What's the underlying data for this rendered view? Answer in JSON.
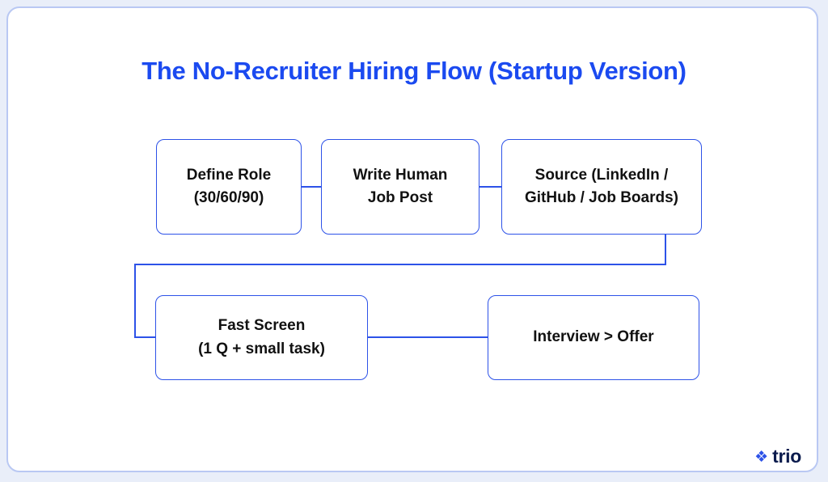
{
  "page": {
    "title": "The No-Recruiter Hiring Flow (Startup Version)"
  },
  "colors": {
    "accent_blue": "#1b4af0",
    "node_border_blue": "#2d52e8",
    "node_text": "#111111",
    "card_border": "#b9c8f3",
    "page_background": "#e9eef9",
    "logo_navy": "#0b1b4d"
  },
  "nodes": [
    {
      "id": "define-role",
      "label": "Define Role\n(30/60/90)"
    },
    {
      "id": "write-job-post",
      "label": "Write Human\nJob Post"
    },
    {
      "id": "source",
      "label": "Source (LinkedIn /\nGitHub / Job Boards)"
    },
    {
      "id": "fast-screen",
      "label": "Fast Screen\n(1 Q + small task)"
    },
    {
      "id": "interview-offer",
      "label": "Interview > Offer"
    }
  ],
  "edges": [
    {
      "from": "define-role",
      "to": "write-job-post"
    },
    {
      "from": "write-job-post",
      "to": "source"
    },
    {
      "from": "source",
      "to": "fast-screen"
    },
    {
      "from": "fast-screen",
      "to": "interview-offer"
    }
  ],
  "logo": {
    "icon": "diamond-cluster-icon",
    "text": "trio"
  }
}
